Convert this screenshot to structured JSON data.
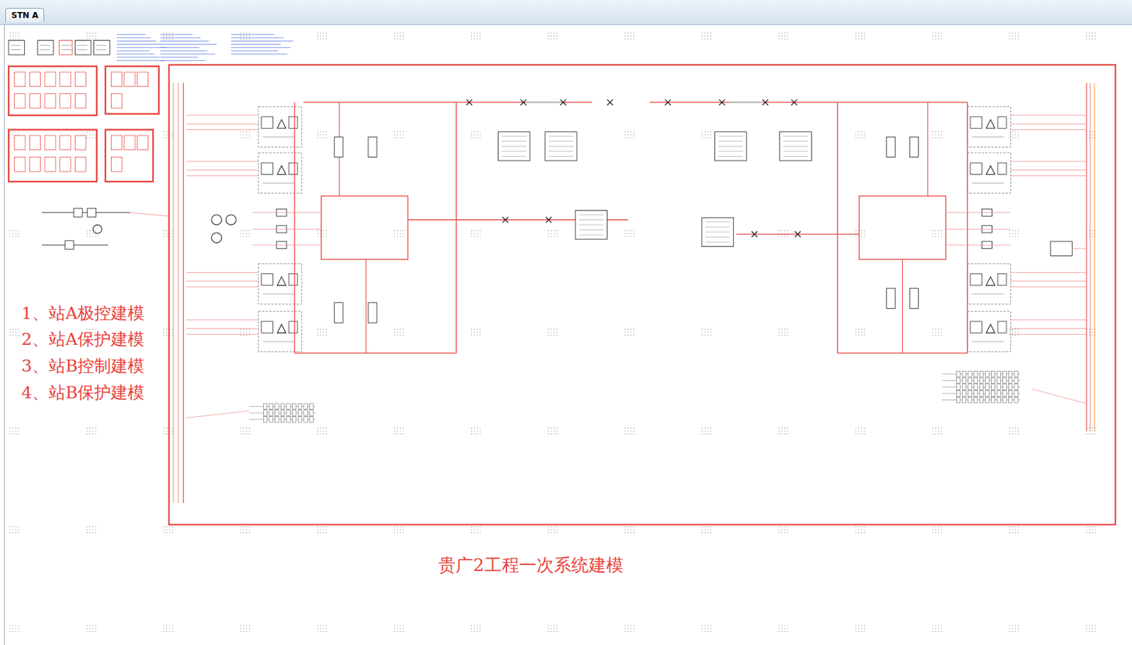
{
  "diagram": {
    "caption": "贵广2工程一次系统建模",
    "nodes": [
      {
        "text": [
          "STN A"
        ]
      }
    ],
    "labels": [
      "1、站A极控建模",
      "2、站A保护建模",
      "3、站B控制建模",
      "4、站B保护建模"
    ]
  }
}
